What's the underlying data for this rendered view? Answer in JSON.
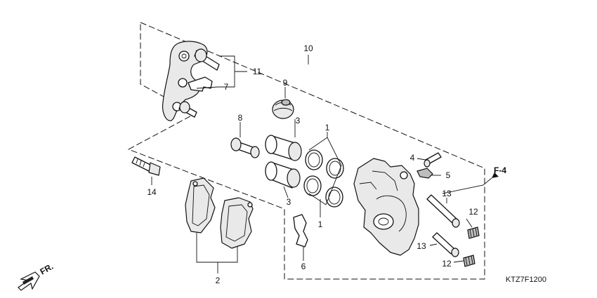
{
  "callouts": {
    "p1_top": "1",
    "p1_bottom": "1",
    "p2": "2",
    "p3_top": "3",
    "p3_bottom": "3",
    "p4": "4",
    "p5": "5",
    "p6": "6",
    "p7": "7",
    "p8": "8",
    "p9": "9",
    "p10": "10",
    "p11": "11",
    "p12_top": "12",
    "p12_bottom": "12",
    "p13_top": "13",
    "p13_bottom": "13",
    "p14": "14"
  },
  "reference": "F-4",
  "direction": "FR.",
  "diagram_code": "KTZ7F1200"
}
